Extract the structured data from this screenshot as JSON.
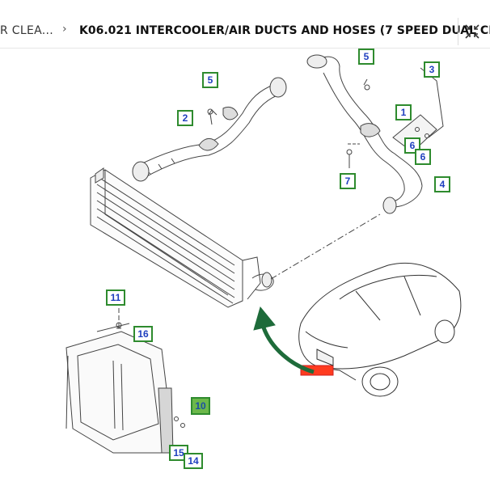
{
  "breadcrumb": {
    "previous": "R CLEA...",
    "separator": "›",
    "current": "K06.021 INTERCOOLER/AIR DUCTS AND HOSES (7 SPEED DUAL CL..."
  },
  "toolbar": {
    "fullscreen_icon": "collapse-arrows-icon"
  },
  "diagram": {
    "callouts": [
      "5",
      "2",
      "5",
      "1",
      "3",
      "6",
      "6",
      "7",
      "4",
      "11",
      "16",
      "10",
      "15",
      "14"
    ],
    "highlighted_callout": "10",
    "colors": {
      "callout_border": "#2e8b2e",
      "callout_text": "#1f3fbf",
      "highlight": "#6cb84a",
      "arrow": "#1e6b3a",
      "accent_red": "#ff3b1f"
    }
  }
}
